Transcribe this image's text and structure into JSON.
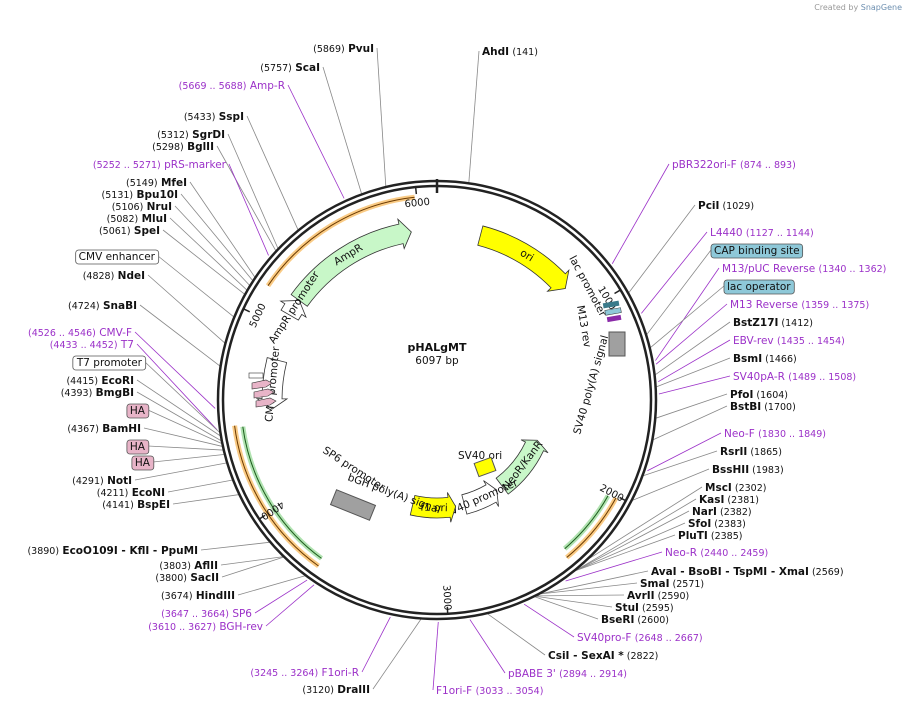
{
  "watermark": {
    "prefix": "Created by",
    "brand": "SnapGene"
  },
  "plasmid": {
    "name": "pHALgMT",
    "size_label": "6097 bp",
    "length": 6097
  },
  "colors": {
    "primer": "#9b30c8",
    "backbone": "#222222",
    "cds_green": "#c8f7c8",
    "ori_yellow": "#ffff00",
    "promoter_white": "#ffffff",
    "ha_pink": "#e8b4c8",
    "lac_blue": "#8ec8d8",
    "terminator_gray": "#a0a0a0",
    "orange": "#f5a020"
  },
  "ticks": [
    {
      "label": "1000",
      "bp": 1000
    },
    {
      "label": "2000",
      "bp": 2000
    },
    {
      "label": "3000",
      "bp": 3000
    },
    {
      "label": "4000",
      "bp": 4000
    },
    {
      "label": "5000",
      "bp": 5000
    },
    {
      "label": "6000",
      "bp": 6000
    }
  ],
  "features": [
    {
      "name": "AmpR",
      "start": 5180,
      "end": 5950,
      "kind": "cds",
      "dir": 1,
      "r": 170,
      "label": "AmpR"
    },
    {
      "name": "AmpR promoter",
      "start": 5080,
      "end": 5180,
      "kind": "promoter",
      "dir": 1,
      "r": 170,
      "label": "AmpR promoter"
    },
    {
      "name": "ori",
      "start": 250,
      "end": 830,
      "kind": "ori",
      "dir": 1,
      "r": 170,
      "label": "ori"
    },
    {
      "name": "CMV promoter",
      "start": 4520,
      "end": 4810,
      "kind": "promoter",
      "dir": -1,
      "r": 165,
      "label": "CMV promoter"
    },
    {
      "name": "NeoR/KanR",
      "start": 1895,
      "end": 2420,
      "kind": "cds",
      "dir": -1,
      "r": 108,
      "label": "NeoR/KanR"
    },
    {
      "name": "SV40 promoter",
      "start": 2480,
      "end": 2800,
      "kind": "promoter",
      "dir": -1,
      "r": 108,
      "label": "SV40 promoter"
    },
    {
      "name": "f1 ori",
      "start": 2880,
      "end": 3270,
      "kind": "ori",
      "dir": -1,
      "r": 108,
      "label": "f1 ori"
    }
  ],
  "orange_arcs": [
    {
      "start": 5150,
      "end": 5990,
      "r": 204
    },
    {
      "start": 2010,
      "end": 2380,
      "r": 204
    },
    {
      "start": 3650,
      "end": 4450,
      "r": 204
    }
  ],
  "green_arcs": [
    {
      "start": 3660,
      "end": 4440,
      "r": 196
    },
    {
      "start": 2020,
      "end": 2360,
      "r": 196
    }
  ],
  "map_labels": {
    "lac_promoter": "lac promoter",
    "m13_rev": "M13 rev",
    "sv40_polya": "SV40 poly(A) signal",
    "sv40_ori": "SV40 ori",
    "sp6_promoter": "SP6 promoter",
    "bgh_polya": "bGH poly(A) signal",
    "t7_promoter": "T7 promoter"
  },
  "right_labels": [
    {
      "lines": [
        {
          "t": "(141)",
          "c": "pos"
        }
      ],
      "name": "AhdI",
      "nameClass": "enz",
      "bp": 141
    },
    {
      "name": "pBR322ori-F",
      "range": "(874 .. 893)",
      "primer": true,
      "bp": 883
    },
    {
      "name": "PciI",
      "pos": "(1029)",
      "bp": 1029
    },
    {
      "name": "L4440",
      "range": "(1127 .. 1144)",
      "primer": true,
      "bp": 1135
    },
    {
      "name": "CAP binding site",
      "boxed": "blue",
      "bp": 1230
    },
    {
      "name": "M13/pUC Reverse",
      "range": "(1340 .. 1362)",
      "primer": true,
      "bp": 1351
    },
    {
      "name": "lac operator",
      "boxed": "blue",
      "bp": 1290
    },
    {
      "name": "M13 Reverse",
      "range": "(1359 .. 1375)",
      "primer": true,
      "bp": 1367
    },
    {
      "name": "BstZ17I",
      "pos": "(1412)",
      "bp": 1412
    },
    {
      "name": "EBV-rev",
      "range": "(1435 .. 1454)",
      "primer": true,
      "bp": 1444
    },
    {
      "name": "BsmI",
      "pos": "(1466)",
      "bp": 1466
    },
    {
      "name": "SV40pA-R",
      "range": "(1489 .. 1508)",
      "primer": true,
      "bp": 1498
    },
    {
      "name": "PfoI",
      "pos": "(1604)",
      "bp": 1604
    },
    {
      "name": "BstBI",
      "pos": "(1700)",
      "bp": 1700
    },
    {
      "name": "Neo-F",
      "range": "(1830 .. 1849)",
      "primer": true,
      "bp": 1839
    },
    {
      "name": "RsrII",
      "pos": "(1865)",
      "bp": 1865
    },
    {
      "name": "BssHII",
      "pos": "(1983)",
      "bp": 1983
    },
    {
      "name": "MscI",
      "pos": "(2302)",
      "bp": 2302
    },
    {
      "name": "KasI",
      "pos": "(2381)",
      "bp": 2381
    },
    {
      "name": "NarI",
      "pos": "(2382)",
      "bp": 2382
    },
    {
      "name": "SfoI",
      "pos": "(2383)",
      "bp": 2383
    },
    {
      "name": "PluTI",
      "pos": "(2385)",
      "bp": 2385
    },
    {
      "name": "Neo-R",
      "range": "(2440 .. 2459)",
      "primer": true,
      "bp": 2449
    },
    {
      "name": "AvaI - BsoBI - TspMI - XmaI",
      "pos": "(2569)",
      "bp": 2569
    },
    {
      "name": "SmaI",
      "pos": "(2571)",
      "bp": 2571
    },
    {
      "name": "AvrII",
      "pos": "(2590)",
      "bp": 2590
    },
    {
      "name": "StuI",
      "pos": "(2595)",
      "bp": 2595
    },
    {
      "name": "BseRI",
      "pos": "(2600)",
      "bp": 2600
    },
    {
      "name": "SV40pro-F",
      "range": "(2648 .. 2667)",
      "primer": true,
      "bp": 2657
    },
    {
      "name": "CsiI - SexAI *",
      "pos": "(2822)",
      "bp": 2822
    },
    {
      "name": "pBABE 3'",
      "range": "(2894 .. 2914)",
      "primer": true,
      "bp": 2904
    }
  ],
  "bottom_labels": {
    "f1ori_f": {
      "name": "F1ori-F",
      "range": "(3033 .. 3054)"
    },
    "draiii": {
      "name": "DraIII",
      "pos": "(3120)"
    },
    "f1ori_r": {
      "name": "F1ori-R",
      "range": "(3245 .. 3264)"
    }
  },
  "left_labels": [
    {
      "name": "PvuI",
      "pos": "(5869)"
    },
    {
      "name": "ScaI",
      "pos": "(5757)"
    },
    {
      "name": "Amp-R",
      "range": "(5669 .. 5688)"
    },
    {
      "name": "SspI",
      "pos": "(5433)"
    },
    {
      "name": "SgrDI",
      "pos": "(5312)"
    },
    {
      "name": "BglII",
      "pos": "(5298)"
    },
    {
      "name": "pRS-marker",
      "range": "(5252 .. 5271)"
    },
    {
      "name": "MfeI",
      "pos": "(5149)"
    },
    {
      "name": "Bpu10I",
      "pos": "(5131)"
    },
    {
      "name": "NruI",
      "pos": "(5106)"
    },
    {
      "name": "MluI",
      "pos": "(5082)"
    },
    {
      "name": "SpeI",
      "pos": "(5061)"
    },
    {
      "name": "CMV enhancer"
    },
    {
      "name": "NdeI",
      "pos": "(4828)"
    },
    {
      "name": "SnaBI",
      "pos": "(4724)"
    },
    {
      "name": "CMV-F",
      "range": "(4526 .. 4546)"
    },
    {
      "name": "T7",
      "range": "(4433 .. 4452)"
    },
    {
      "name": "T7 promoter"
    },
    {
      "name": "EcoRI",
      "pos": "(4415)"
    },
    {
      "name": "BmgBI",
      "pos": "(4393)"
    },
    {
      "name": "HA"
    },
    {
      "name": "BamHI",
      "pos": "(4367)"
    },
    {
      "name": "HA"
    },
    {
      "name": "HA"
    },
    {
      "name": "NotI",
      "pos": "(4291)"
    },
    {
      "name": "EcoNI",
      "pos": "(4211)"
    },
    {
      "name": "BspEI",
      "pos": "(4141)"
    },
    {
      "name": "EcoO109I - KflI - PpuMI",
      "pos": "(3890)"
    },
    {
      "name": "AflII",
      "pos": "(3803)"
    },
    {
      "name": "SacII",
      "pos": "(3800)"
    },
    {
      "name": "HindIII",
      "pos": "(3674)"
    },
    {
      "name": "SP6",
      "range": "(3647 .. 3664)"
    },
    {
      "name": "BGH-rev",
      "range": "(3610 .. 3627)"
    }
  ]
}
